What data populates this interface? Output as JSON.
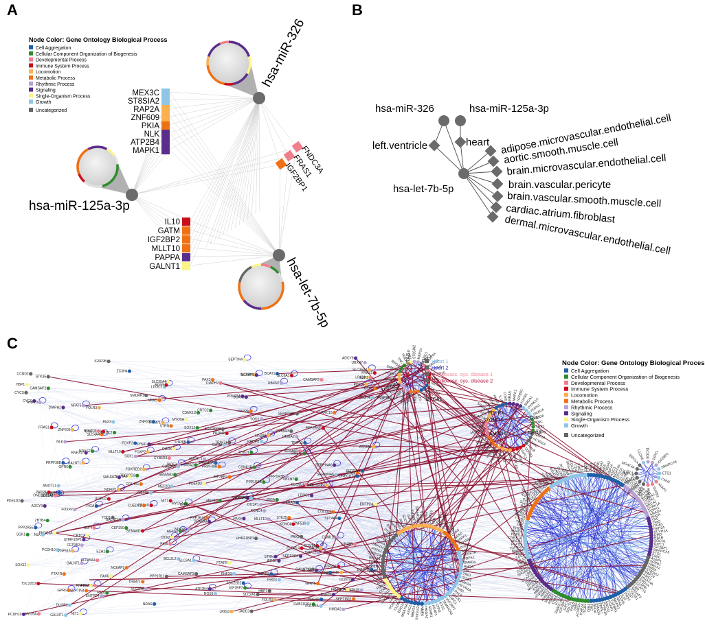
{
  "panels": {
    "a": "A",
    "b": "B",
    "c": "C"
  },
  "go_legend": {
    "title": "Node Color: Gene Ontology Biological Process",
    "items": [
      {
        "label": "Cell Aggregation",
        "color": "#1f5fa8"
      },
      {
        "label": "Cellular Component Organization of Biogenesis",
        "color": "#2e8b2e"
      },
      {
        "label": "Developmental Process",
        "color": "#f07f8e"
      },
      {
        "label": "Immune System Process",
        "color": "#cc0e1c"
      },
      {
        "label": "Locomotion",
        "color": "#f9b04d"
      },
      {
        "label": "Metabolic Process",
        "color": "#f07113"
      },
      {
        "label": "Rhythmic Process",
        "color": "#b7a2d3"
      },
      {
        "label": "Signaling",
        "color": "#5a2d8c"
      },
      {
        "label": "Single-Organism Process",
        "color": "#fbf58a"
      },
      {
        "label": "Growth",
        "color": "#8fc6e6"
      }
    ],
    "uncategorized": {
      "label": "Uncategorized",
      "color": "#666666"
    }
  },
  "panel_a": {
    "mirnas": [
      "hsa-miR-326",
      "hsa-miR-125a-3p",
      "hsa-let-7b-5p"
    ],
    "gene_group_1": [
      {
        "name": "MEX3C",
        "color": "#8fc6e6"
      },
      {
        "name": "ST8SIA2",
        "color": "#8fc6e6"
      },
      {
        "name": "RAP2A",
        "color": "#f9b04d"
      },
      {
        "name": "ZNF609",
        "color": "#f9b04d"
      },
      {
        "name": "PKIA",
        "color": "#f07113"
      },
      {
        "name": "NLK",
        "color": "#5a2d8c"
      },
      {
        "name": "ATP2B4",
        "color": "#5a2d8c"
      },
      {
        "name": "MAPK1",
        "color": "#5a2d8c"
      }
    ],
    "gene_group_2": [
      {
        "name": "FNDC3A",
        "color": "#f07f8e"
      },
      {
        "name": "FRAS1",
        "color": "#f07f8e"
      },
      {
        "name": "IGF2BP1",
        "color": "#f07113"
      }
    ],
    "gene_group_3": [
      {
        "name": "IL10",
        "color": "#cc0e1c"
      },
      {
        "name": "GATM",
        "color": "#f07113"
      },
      {
        "name": "IGF2BP2",
        "color": "#f07113"
      },
      {
        "name": "MLLT10",
        "color": "#f07113"
      },
      {
        "name": "PAPPA",
        "color": "#5a2d8c"
      },
      {
        "name": "GALNT1",
        "color": "#fbf58a"
      }
    ]
  },
  "panel_b": {
    "mirnas": [
      "hsa-miR-326",
      "hsa-miR-125a-3p",
      "hsa-let-7b-5p"
    ],
    "tissues": [
      "left.ventricle",
      "heart",
      "adipose.microvascular.endothelial.cell",
      "aortic.smooth.muscle.cell",
      "brain.microvascular.endothelial.cell",
      "brain.vascular.pericyte",
      "brain.vascular.smooth.muscle.cell",
      "cardiac.atrium.fibroblast",
      "dermal.microvascular.endothelial.cell"
    ]
  },
  "panel_c": {
    "small_legend": [
      {
        "label": "Heart 1",
        "color": "#7fb5e8"
      },
      {
        "label": "Heart 2",
        "color": "#2a2ad1"
      },
      {
        "label": "Cardiovasc. sys. disease 1",
        "color": "#f08aa0"
      },
      {
        "label": "Cardiovasc. sys. disease 2",
        "color": "#b5123a"
      }
    ],
    "legend": {
      "title": "Node Color: Gene Ontology Biological Process",
      "items": [
        "Cell Aggregation",
        "Cellular Component Organization of Biogenesis",
        "Developmental Process",
        "Immune System Process",
        "Locomotion",
        "Metabolic Process",
        "Rhythmic Process",
        "Signaling",
        "Single-Organism Process",
        "Growth"
      ],
      "uncategorized": "Uncategorized"
    },
    "hub_labels": [
      "NRAS",
      "MAPK1",
      "TGFBR1",
      "FGFR1",
      "BRCA1",
      "DYRK1A",
      "PDPK1",
      "SMAD4",
      "RHOA",
      "TNC",
      "TRIO",
      "ITGB3",
      "RAP2A",
      "ACVR2A",
      "DMD",
      "RALB",
      "SOCS1",
      "GIPC1",
      "IGF2BP1",
      "SMARCA5",
      "ETS1",
      "CNN1",
      "ASAP1",
      "SGRB1",
      "HMGA2",
      "NME6",
      "ST8SIA2",
      "MBP24",
      "ASIC1",
      "MGAT4A",
      "ERO1A",
      "CLDN6",
      "DCAF15",
      "LBR",
      "SRGAP3",
      "COL3A1",
      "CD47",
      "PMS1",
      "IL10",
      "CDK6"
    ],
    "left_genes": [
      "CSNK1D",
      "GCNT4",
      "GALNT1",
      "TRIM71",
      "CAMSAP2",
      "SLC4A4",
      "MYO5A",
      "LIN28B",
      "UBXN7",
      "HMGA2",
      "PAX3",
      "FOXP2",
      "RNF20",
      "SLC35A4",
      "SERPINA6",
      "TSC22D2",
      "SEPTIN4",
      "DIAPH2",
      "CUEDC2",
      "STK35",
      "ONECUT2",
      "SEMA6D",
      "FOXRED2",
      "LDOC1",
      "GALNT10",
      "JADE3",
      "BCAT1",
      "NIT1",
      "PHF20",
      "TRIP12",
      "KLF4",
      "PAX6",
      "PRDM1",
      "CYB5R3",
      "ELOVL4",
      "ADCY9",
      "PKIA",
      "NDFIP1",
      "AMOTL1",
      "RAB11FIP4",
      "NCKAP1",
      "IGSF9B",
      "SGK1",
      "NLK",
      "ATP2B4",
      "MLLT10",
      "GATM",
      "ZNF609",
      "FNDC3A",
      "FRAS1",
      "IGF2BP2",
      "PAPPA",
      "PTAFR",
      "GPR6",
      "OGRK",
      "CCND2",
      "EZH2",
      "NRAS",
      "LRRC15",
      "RGS9",
      "PRPF38B",
      "ATP2B1",
      "KRAS",
      "PDE4D",
      "PPP2R5E",
      "YOD1",
      "SOX12",
      "LRIG3",
      "NRAS2",
      "SLC2A1",
      "SLC6A1",
      "SMURF1",
      "UHRF1BP1",
      "SEPTIN11",
      "PCDH10",
      "ZBTB4",
      "CYCS",
      "SYNJ1",
      "BCL2L2",
      "FAM118A",
      "AGFG2",
      "STRN",
      "OTX2",
      "RNF217",
      "CRTC2",
      "FOLR3",
      "ZC3H4",
      "IFRD1",
      "PPP1R11",
      "PPP1R3B",
      "DDX19B",
      "PDE4D2",
      "SLC9A8",
      "PIGA",
      "CEP350",
      "KCNC4",
      "COL4A1",
      "HBP1",
      "MEF2D",
      "POLR3A",
      "ENTPD4",
      "DUSP1",
      "ZNF516",
      "NFAT5"
    ]
  }
}
